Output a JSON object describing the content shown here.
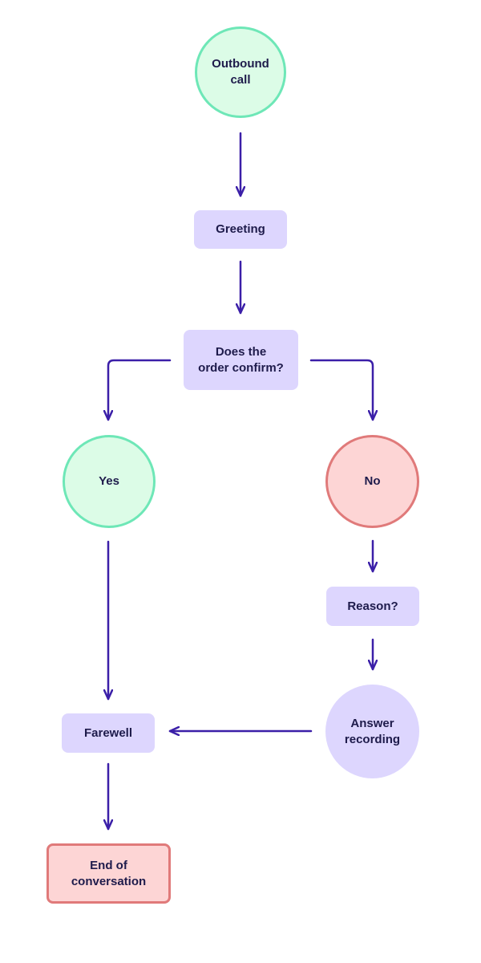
{
  "colors": {
    "arrow": "#3b1fa8",
    "start_fill": "#dcfce7",
    "start_border": "#6ee7b7",
    "step_fill": "#ddd6fe",
    "no_fill": "#fdd5d5",
    "no_border": "#e07a7a",
    "text": "#1e1b4b"
  },
  "nodes": {
    "outbound_call": {
      "label": "Outbound\ncall",
      "shape": "circle"
    },
    "greeting": {
      "label": "Greeting",
      "shape": "rounded-rectangle"
    },
    "order_confirm": {
      "label": "Does the\norder confirm?",
      "shape": "rounded-rectangle"
    },
    "yes": {
      "label": "Yes",
      "shape": "circle"
    },
    "no": {
      "label": "No",
      "shape": "circle"
    },
    "reason": {
      "label": "Reason?",
      "shape": "rounded-rectangle"
    },
    "answer_recording": {
      "label": "Answer\nrecording",
      "shape": "circle"
    },
    "farewell": {
      "label": "Farewell",
      "shape": "rounded-rectangle"
    },
    "end_of_conversation": {
      "label": "End of\nconversation",
      "shape": "rounded-rectangle"
    }
  },
  "edges": [
    {
      "from": "outbound_call",
      "to": "greeting"
    },
    {
      "from": "greeting",
      "to": "order_confirm"
    },
    {
      "from": "order_confirm",
      "to": "yes"
    },
    {
      "from": "order_confirm",
      "to": "no"
    },
    {
      "from": "no",
      "to": "reason"
    },
    {
      "from": "reason",
      "to": "answer_recording"
    },
    {
      "from": "yes",
      "to": "farewell"
    },
    {
      "from": "answer_recording",
      "to": "farewell"
    },
    {
      "from": "farewell",
      "to": "end_of_conversation"
    }
  ]
}
